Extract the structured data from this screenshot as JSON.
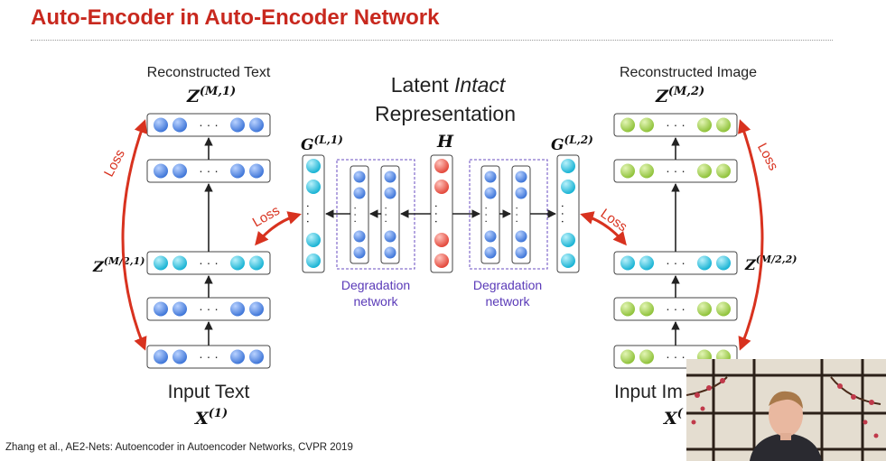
{
  "title": "Auto-Encoder in Auto-Encoder Network",
  "citation": "Zhang et al., AE2-Nets: Autoencoder in Autoencoder Networks, CVPR 2019",
  "left_branch": {
    "top_label": "Reconstructed Text",
    "top_var": "Z",
    "top_sup": "(M,1)",
    "mid_var": "Z",
    "mid_sup": "(M/2,1)",
    "bottom_label": "Input Text",
    "bottom_var": "X",
    "bottom_sup": "(1)",
    "node_color": "#5b8fe8"
  },
  "right_branch": {
    "top_label": "Reconstructed Image",
    "top_var": "Z",
    "top_sup": "(M,2)",
    "mid_var": "Z",
    "mid_sup": "(M/2,2)",
    "bottom_label": "Input Im",
    "bottom_var": "X",
    "bottom_sup": "(",
    "node_color": "#a6d055"
  },
  "center": {
    "latent_line1_a": "Latent ",
    "latent_line1_b": "Intact",
    "latent_line2": "Representation",
    "h_var": "H",
    "g_left_var": "G",
    "g_left_sup": "(L,1)",
    "g_right_var": "G",
    "g_right_sup": "(L,2)",
    "degradation_left_1": "Degradation",
    "degradation_left_2": "network",
    "degradation_right_1": "Degradation",
    "degradation_right_2": "network",
    "g_node_color": "#2ec5e0",
    "h_node_color": "#ee6a5f",
    "deg_node_color": "#5b8fe8"
  },
  "loss_labels": [
    "Loss",
    "Loss",
    "Loss",
    "Loss"
  ],
  "colors": {
    "title": "#c8281e",
    "loss": "#d8321f",
    "degradation_box": "#6a4cc0"
  }
}
